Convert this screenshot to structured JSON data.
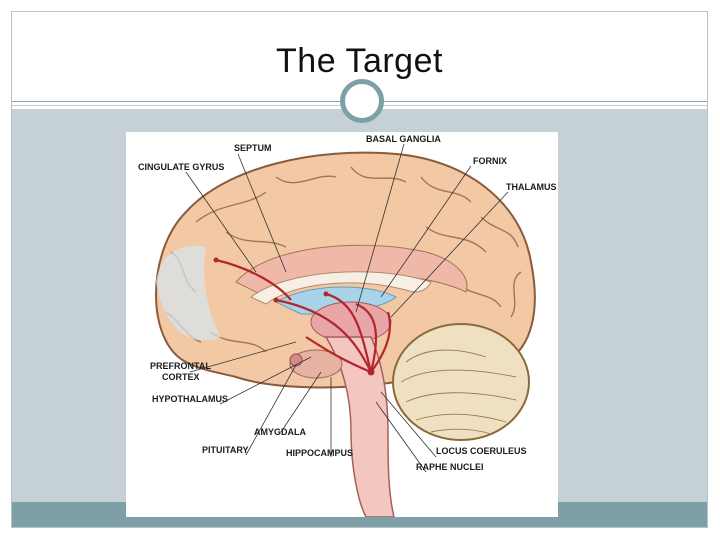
{
  "slide": {
    "title": "The Target"
  },
  "diagram": {
    "labels": {
      "septum": "SEPTUM",
      "basal_ganglia": "BASAL GANGLIA",
      "cingulate_gyrus": "CINGULATE GYRUS",
      "fornix": "FORNIX",
      "thalamus": "THALAMUS",
      "prefrontal_line1": "PREFRONTAL",
      "prefrontal_line2": "CORTEX",
      "hypothalamus": "HYPOTHALAMUS",
      "amygdala": "AMYGDALA",
      "pituitary": "PITUITARY",
      "hippocampus": "HIPPOCAMPUS",
      "locus_coeruleus": "LOCUS COERULEUS",
      "raphe_nuclei": "RAPHE NUCLEI"
    }
  },
  "colors": {
    "accent": "#7da0a6",
    "band": "#c6d1d6",
    "cortex": "#f2c9a4",
    "pathway": "#b3262b"
  }
}
